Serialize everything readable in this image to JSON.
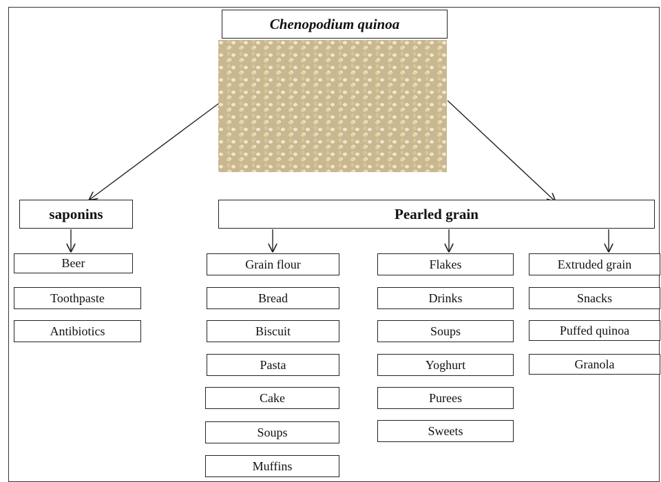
{
  "diagram": {
    "title": "Chenopodium quinoa",
    "image_icon": "quinoa-seeds-photo",
    "branches": {
      "saponins": {
        "label": "saponins",
        "items": [
          "Beer",
          "Toothpaste",
          "Antibiotics"
        ]
      },
      "pearled": {
        "label": "Pearled grain",
        "columns": [
          {
            "items": [
              "Grain flour",
              "Bread",
              "Biscuit",
              "Pasta",
              "Cake",
              "Soups",
              "Muffins"
            ]
          },
          {
            "items": [
              "Flakes",
              "Drinks",
              "Soups",
              "Yoghurt",
              "Purees",
              "Sweets"
            ]
          },
          {
            "items": [
              "Extruded grain",
              "Snacks",
              "Puffed quinoa",
              "Granola"
            ]
          }
        ]
      }
    }
  }
}
